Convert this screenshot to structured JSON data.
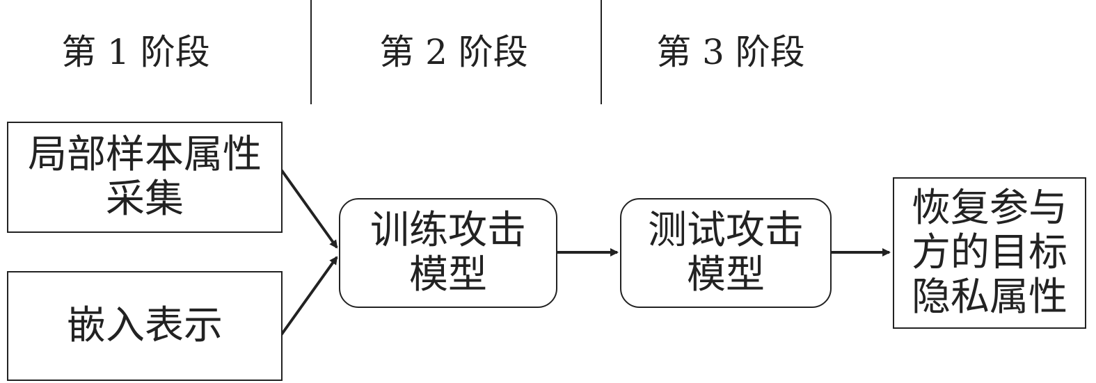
{
  "stages": {
    "stage1": "第 1 阶段",
    "stage2": "第 2 阶段",
    "stage3": "第 3 阶段"
  },
  "nodes": {
    "local_sample_collection": "局部样本属性\n采集",
    "embedding": "嵌入表示",
    "train_attack_model": "训练攻击\n模型",
    "test_attack_model": "测试攻击\n模型",
    "recover_target_privacy": "恢复参与\n方的目标\n隐私属性"
  }
}
